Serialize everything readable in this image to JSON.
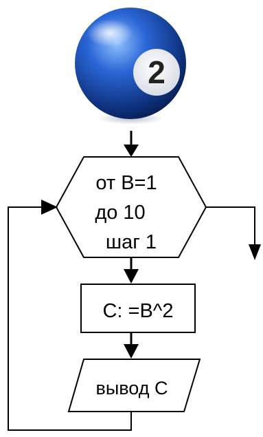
{
  "badge": {
    "number": "2",
    "ball_color": "#1a4fb3",
    "ball_highlight": "#6fa6ff",
    "circle_color": "#ffffff"
  },
  "flowchart": {
    "loop_block": {
      "line1": "от В=1",
      "line2": "до 10",
      "line3": "шаг 1"
    },
    "process_block": {
      "text": "С: =В^2"
    },
    "output_block": {
      "text": "вывод С"
    },
    "line_color": "#000000",
    "fill_color": "#ffffff"
  }
}
